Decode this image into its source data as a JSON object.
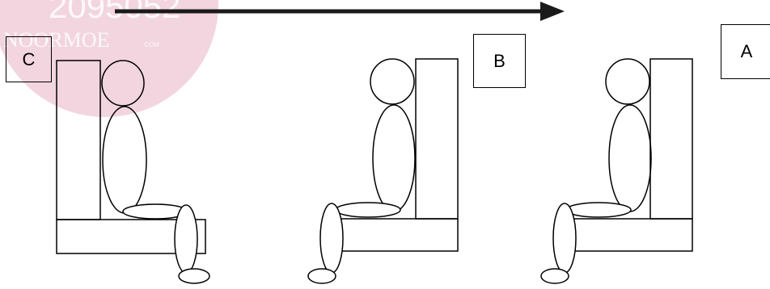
{
  "labels": {
    "c": "C",
    "b": "B",
    "a": "A"
  },
  "watermark": {
    "line1": "2095052",
    "line2": "NOORMOE",
    "line3": ".COM",
    "color": "#e8b7c8"
  },
  "colors": {
    "stroke": "#000000",
    "arrow": "#1a1a1a",
    "background": "#ffffff"
  },
  "arrow": {
    "direction": "right"
  }
}
